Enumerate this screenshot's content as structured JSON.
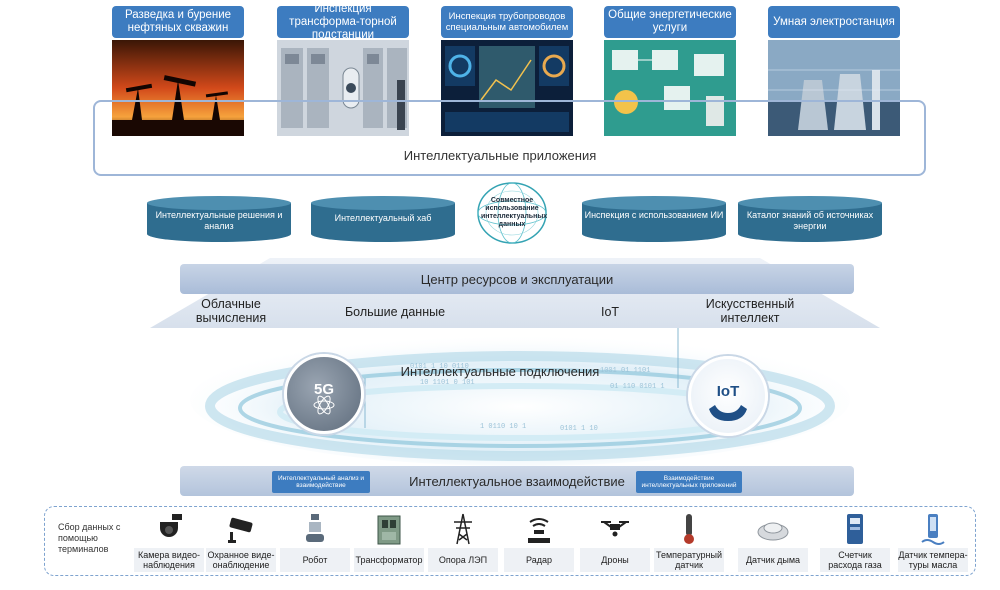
{
  "applications": [
    {
      "title": "Разведка и бурение нефтяных скважин"
    },
    {
      "title": "Инспекция трансформа-торной подстанции"
    },
    {
      "title": "Инспекция трубопроводов специальным автомобилем"
    },
    {
      "title": "Общие энергетические услуги"
    },
    {
      "title": "Умная электростанция"
    }
  ],
  "apps_label": "Интеллектуальные приложения",
  "cylinders": [
    {
      "label": "Интеллектуальные решения и анализ"
    },
    {
      "label": "Интеллектуальный хаб"
    },
    {
      "label": "Инспекция с использованием ИИ"
    },
    {
      "label": "Каталог знаний об источниках энергии"
    }
  ],
  "center_badge": "Совместное использование интеллектуальных данных",
  "resource_center": "Центр ресурсов и эксплуатации",
  "technologies": {
    "cloud": "Облачные вычисления",
    "bigdata": "Большие данные",
    "iot": "IoT",
    "ai": "Искусственный интеллект"
  },
  "connections_title": "Интеллектуальные подключения",
  "badge_5g": "5G",
  "badge_iot": "IoT",
  "interaction_title": "Интеллектуальное взаимодействие",
  "interaction_tags": {
    "left": "Интеллектуальный анализ и взаимодействие",
    "right": "Взаимодействие интеллектуальных приложений"
  },
  "terminals_title": "Сбор данных с помощью терминалов",
  "terminals": [
    {
      "label": "Камера видео-наблюдения",
      "icon": "dome-camera-icon"
    },
    {
      "label": "Охранное виде-онаблюдение",
      "icon": "bullet-camera-icon"
    },
    {
      "label": "Робот",
      "icon": "robot-icon"
    },
    {
      "label": "Трансформатор",
      "icon": "transformer-icon"
    },
    {
      "label": "Опора ЛЭП",
      "icon": "power-tower-icon"
    },
    {
      "label": "Радар",
      "icon": "radar-icon"
    },
    {
      "label": "Дроны",
      "icon": "drone-icon"
    },
    {
      "label": "Температурный датчик",
      "icon": "thermometer-icon"
    },
    {
      "label": "Датчик дыма",
      "icon": "smoke-detector-icon"
    },
    {
      "label": "Счетчик расхода газа",
      "icon": "gas-meter-icon"
    },
    {
      "label": "Датчик темпера-туры масла",
      "icon": "oil-sensor-icon"
    }
  ],
  "colors": {
    "accent": "#3d7cc0",
    "cylinder": "#2f6d8f",
    "frame": "#9eb6d8"
  }
}
